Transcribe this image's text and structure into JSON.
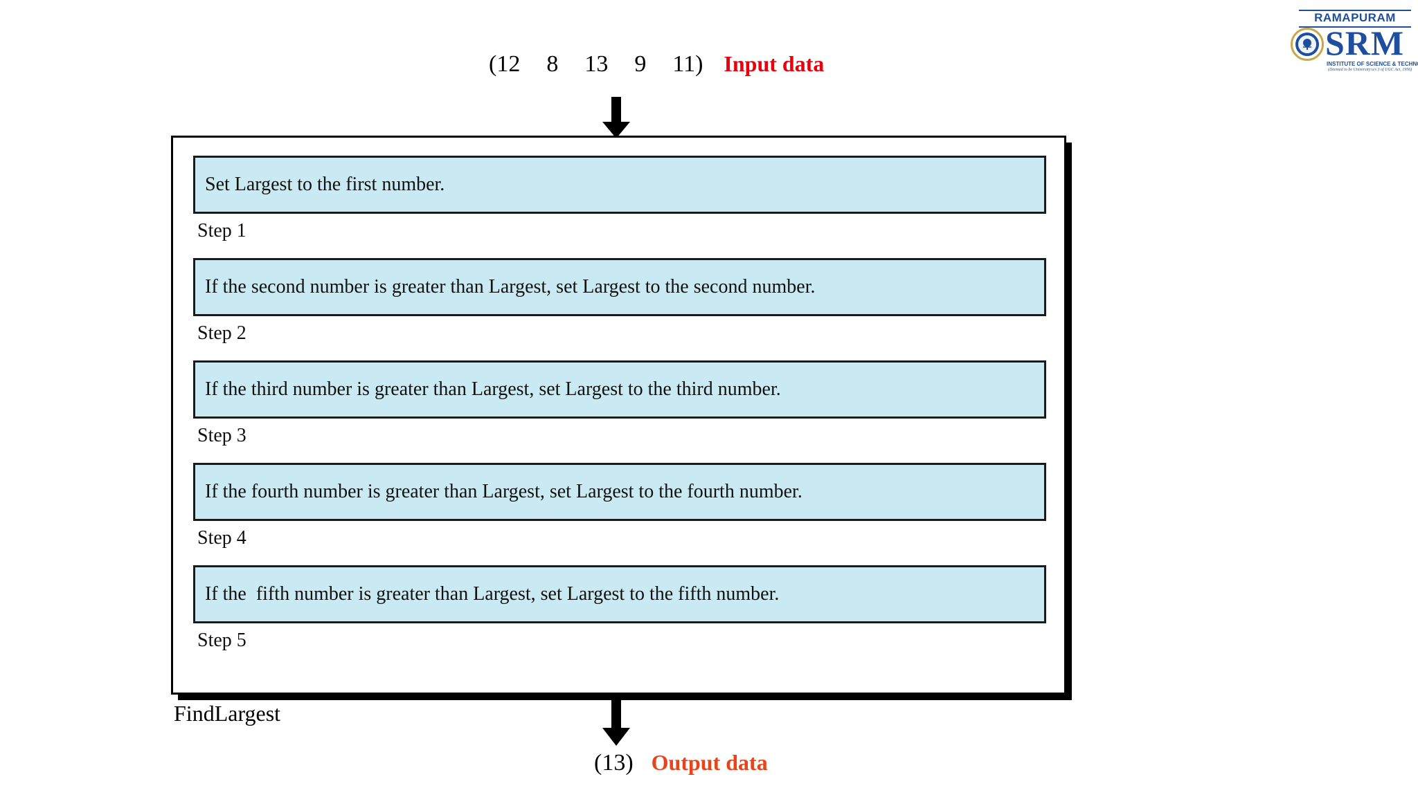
{
  "logo": {
    "banner": "RAMAPURAM",
    "name": "SRM",
    "tagline": "INSTITUTE OF SCIENCE & TECHNOLOGY",
    "subtagline": "(Deemed to be University u/s 3 of UGC Act, 1956)",
    "brand_color": "#1f4e9c",
    "accent_color": "#c8a84b"
  },
  "input": {
    "open_paren": "(12",
    "values": [
      "8",
      "13",
      "9"
    ],
    "close": "11)",
    "label": "Input data",
    "label_color": "#e8000d"
  },
  "output": {
    "value": "(13)",
    "label": "Output data",
    "label_color": "#e8431a"
  },
  "diagram": {
    "box_name": "FindLargest",
    "box_fill": "#c9eaf2",
    "border_color": "#000000",
    "steps": [
      {
        "text": "Set Largest to the first number.",
        "label": "Step 1"
      },
      {
        "text": "If the second number is greater than Largest, set Largest to the second number.",
        "label": "Step 2"
      },
      {
        "text": "If the third number is greater than Largest, set Largest to the third number.",
        "label": "Step 3"
      },
      {
        "text": "If the fourth number is greater than Largest, set Largest to the fourth number.",
        "label": "Step 4"
      },
      {
        "text": "If the  fifth number is greater than Largest, set Largest to the fifth number.",
        "label": "Step 5"
      }
    ]
  },
  "icons": {
    "input_arrow": "arrow-down-icon",
    "output_arrow": "arrow-down-icon"
  }
}
